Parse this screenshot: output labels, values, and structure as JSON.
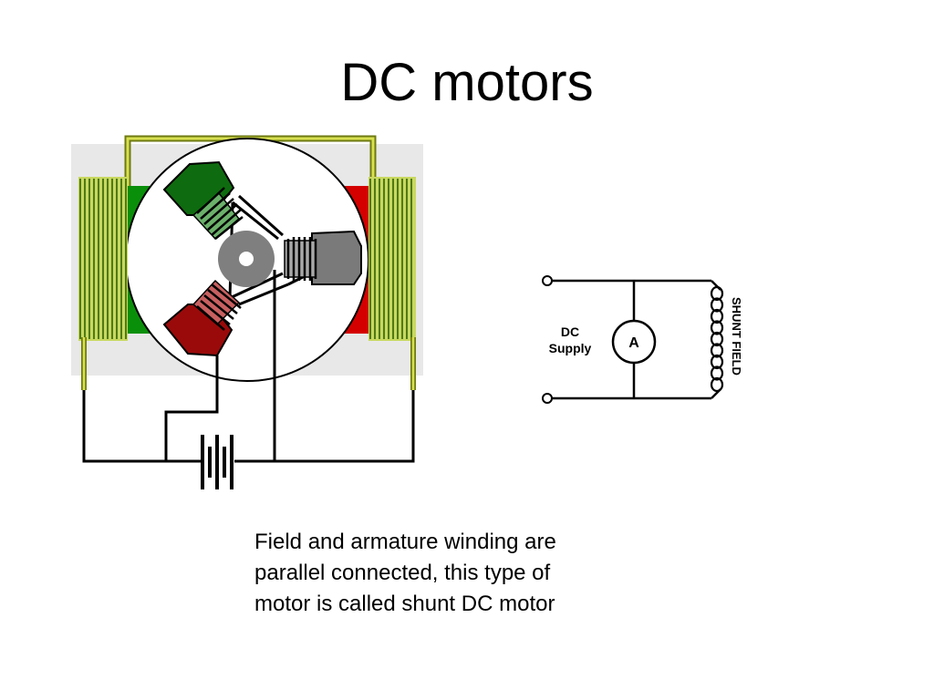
{
  "slide": {
    "title": "DC motors",
    "caption_lines": [
      "Field and armature winding are",
      "parallel connected, this type of",
      "motor is called shunt DC motor"
    ]
  },
  "circuit": {
    "supply_label_line1": "DC",
    "supply_label_line2": "Supply",
    "ammeter_label": "A",
    "field_label": "SHUNT FIELD"
  },
  "colors": {
    "pole_green": "#0a8f0a",
    "pole_red": "#d40000",
    "coil_green": "#7ba82a",
    "lead_olive": "#c8d040",
    "armature_green": "#0f6b0f",
    "armature_red": "#9a0a0a",
    "armature_gray": "#7a7a7a",
    "background_gray": "#e8e8e8"
  }
}
